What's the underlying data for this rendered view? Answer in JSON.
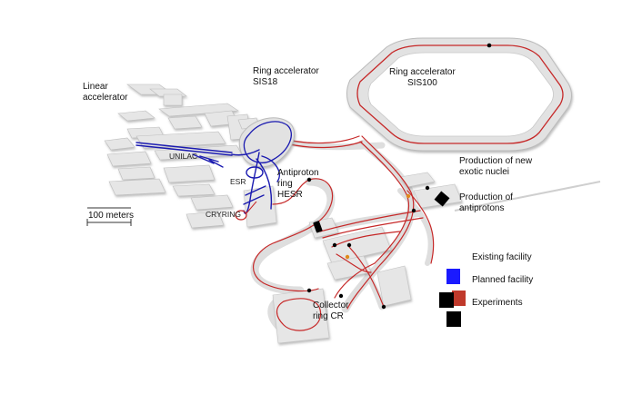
{
  "labels": {
    "linear_accelerator": "Linear\naccelerator",
    "sis18": "Ring accelerator\nSIS18",
    "sis100": "Ring accelerator\nSIS100",
    "unilac": "UNILAC",
    "esr": "ESR",
    "cryring": "CRYRING",
    "hesr": "Antiproton\nring\nHESR",
    "exotic_nuclei": "Production of new\nexotic nuclei",
    "antiprotons": "Production of\nantiprotons",
    "collector": "Collector\nring CR",
    "scale": "100 meters"
  },
  "legend": {
    "existing": "Existing facility",
    "planned": "Planned facility",
    "experiments": "Experiments",
    "colors": {
      "existing": "#1a1aff",
      "planned": "#c0392b",
      "experiments": "#000000"
    }
  },
  "colors": {
    "beamline_existing": "#1a1ab0",
    "beamline_planned": "#c62828",
    "building": "#e4e4e4",
    "building_shadow": "#c8c8c8"
  }
}
